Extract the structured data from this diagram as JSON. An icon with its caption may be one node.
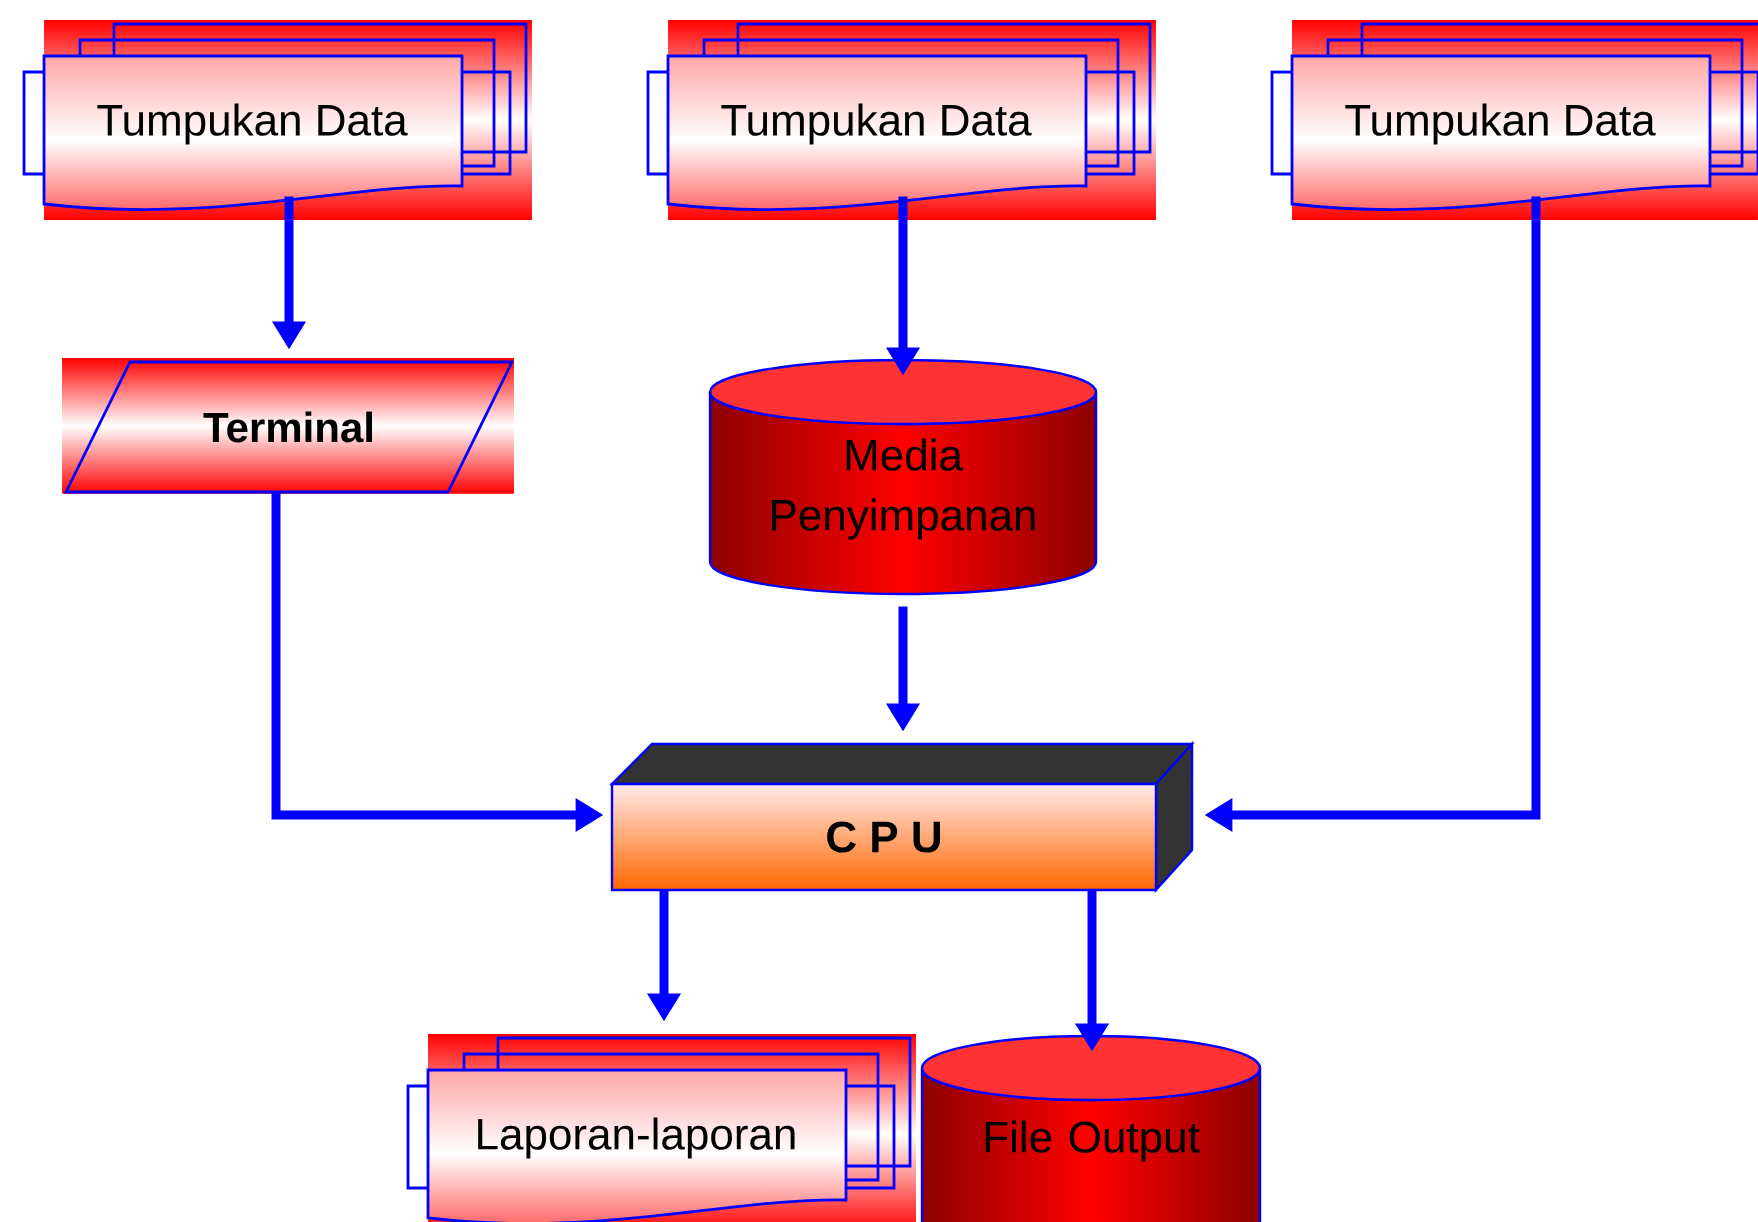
{
  "diagram": {
    "nodes": [
      {
        "text": [
          "Tumpukan Data"
        ]
      },
      {
        "text": [
          "Tumpukan Data"
        ]
      },
      {
        "text": [
          "Tumpukan Data"
        ]
      },
      {
        "text": [
          "Terminal"
        ]
      },
      {
        "text": [
          "Media Penyimpanan"
        ]
      },
      {
        "text": [
          "C P U"
        ]
      },
      {
        "text": [
          "Laporan-laporan"
        ]
      },
      {
        "text": [
          "File Output"
        ]
      }
    ],
    "edges": [
      {
        "from": 0,
        "to": 3,
        "arrow": "to"
      },
      {
        "from": 1,
        "to": 4,
        "arrow": "to"
      },
      {
        "from": 4,
        "to": 5,
        "arrow": "to"
      },
      {
        "from": 3,
        "to": 5,
        "arrow": "to"
      },
      {
        "from": 2,
        "to": 5,
        "arrow": "to"
      },
      {
        "from": 5,
        "to": 6,
        "arrow": "to"
      },
      {
        "from": 5,
        "to": 7,
        "arrow": "to"
      }
    ]
  }
}
